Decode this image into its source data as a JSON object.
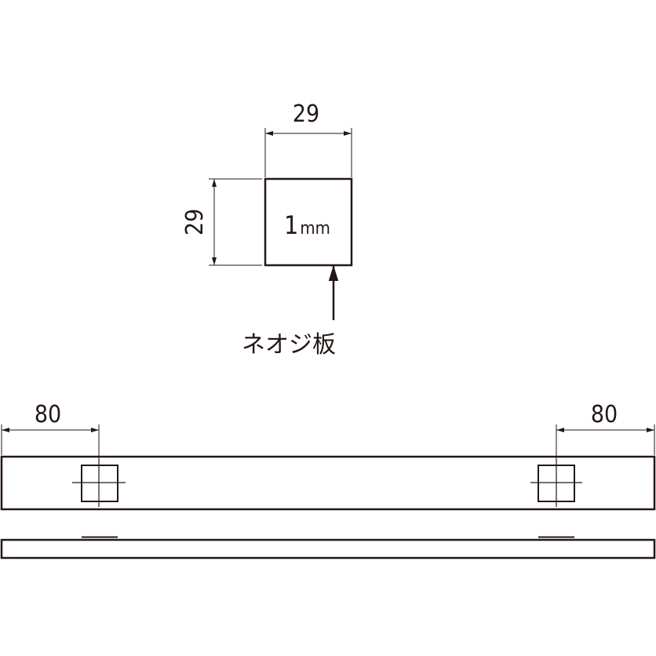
{
  "detail": {
    "width_label": "29",
    "height_label": "29",
    "thickness_number": "1",
    "thickness_unit": "mm",
    "material_label": "ネオジ板"
  },
  "bar": {
    "left_offset_label": "80",
    "right_offset_label": "80"
  },
  "colors": {
    "line": "#231815",
    "hatch": "#c8c8c8"
  }
}
